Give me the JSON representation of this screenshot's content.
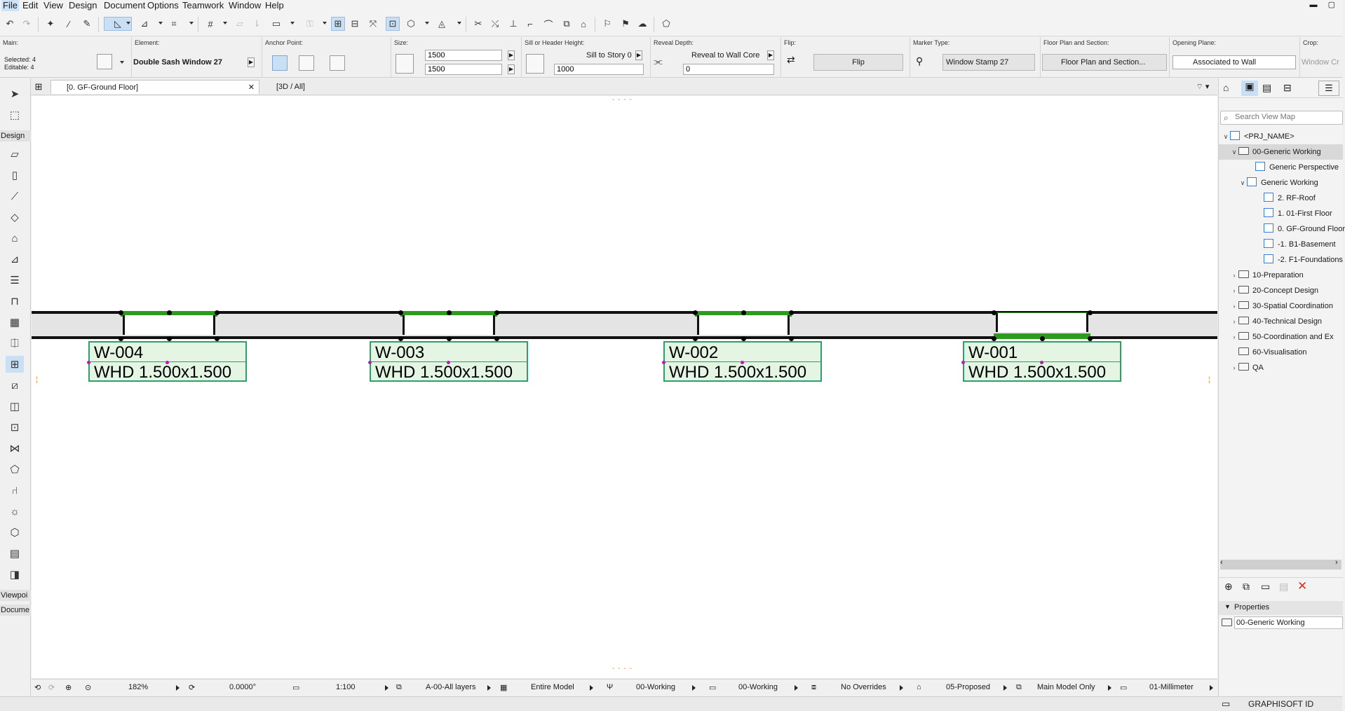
{
  "menu": [
    "File",
    "Edit",
    "View",
    "Design",
    "Document",
    "Options",
    "Teamwork",
    "Window",
    "Help"
  ],
  "infobox": {
    "main_caption": "Main:",
    "selected": "Selected: 4",
    "editable": "Editable: 4",
    "element_caption": "Element:",
    "element_value": "Double Sash Window 27",
    "anchor_caption": "Anchor Point:",
    "size_caption": "Size:",
    "width": "1500",
    "height": "1500",
    "sill_caption": "Sill or Header Height:",
    "sill_mode": "Sill to Story 0",
    "sill_value": "1000",
    "reveal_caption": "Reveal Depth:",
    "reveal_mode": "Reveal to Wall Core",
    "reveal_value": "0",
    "flip_caption": "Flip:",
    "flip_button": "Flip",
    "marker_caption": "Marker Type:",
    "marker_value": "Window Stamp 27",
    "floorplan_caption": "Floor Plan and Section:",
    "floorplan_value": "Floor Plan and Section...",
    "opening_caption": "Opening Plane:",
    "opening_value": "Associated to Wall",
    "crop_caption": "Crop:",
    "crop_value": "Window Cr"
  },
  "tabs": [
    {
      "label": "[0. GF-Ground Floor]"
    },
    {
      "label": "[3D / All]"
    }
  ],
  "toolbox": {
    "design_label": "Design",
    "viewpoint_label": "Viewpoi",
    "document_label": "Docume"
  },
  "windows": [
    {
      "id": "W-004",
      "whd": "WHD  1.500x1.500"
    },
    {
      "id": "W-003",
      "whd": "WHD  1.500x1.500"
    },
    {
      "id": "W-002",
      "whd": "WHD  1.500x1.500"
    },
    {
      "id": "W-001",
      "whd": "WHD  1.500x1.500"
    }
  ],
  "navigator": {
    "search_placeholder": "Search View Map",
    "items": [
      {
        "label": "<PRJ_NAME>",
        "kind": "root"
      },
      {
        "label": "00-Generic Working",
        "kind": "folder"
      },
      {
        "label": "Generic Perspective",
        "kind": "view"
      },
      {
        "label": "Generic Working",
        "kind": "folder-view"
      },
      {
        "label": "2. RF-Roof",
        "kind": "view"
      },
      {
        "label": "1. 01-First Floor",
        "kind": "view"
      },
      {
        "label": "0. GF-Ground Floor",
        "kind": "view"
      },
      {
        "label": "-1. B1-Basement",
        "kind": "view"
      },
      {
        "label": "-2. F1-Foundations",
        "kind": "view"
      },
      {
        "label": "10-Preparation",
        "kind": "folder"
      },
      {
        "label": "20-Concept Design",
        "kind": "folder"
      },
      {
        "label": "30-Spatial Coordination",
        "kind": "folder"
      },
      {
        "label": "40-Technical Design",
        "kind": "folder"
      },
      {
        "label": "50-Coordination and Ex",
        "kind": "folder"
      },
      {
        "label": "60-Visualisation",
        "kind": "folder"
      },
      {
        "label": "QA",
        "kind": "folder"
      }
    ],
    "properties_label": "Properties",
    "properties_value": "00-Generic Working"
  },
  "statusbar": {
    "zoom": "182%",
    "angle": "0.0000°",
    "scale": "1:100",
    "layers": "A-00-All layers",
    "model": "Entire Model",
    "pen1": "00-Working",
    "pen2": "00-Working",
    "overrides": "No Overrides",
    "renovation": "05-Proposed",
    "structure": "Main Model Only",
    "dimension": "01-Millimeter"
  },
  "footer": {
    "graphisoft_id": "GRAPHISOFT ID"
  },
  "colors": {
    "wall": "#e4e4e4",
    "window_sill": "#2e9a1f",
    "marker_fill": "#e5f5e4",
    "marker_border": "#2aa06a",
    "selection": "#c9dff3"
  }
}
